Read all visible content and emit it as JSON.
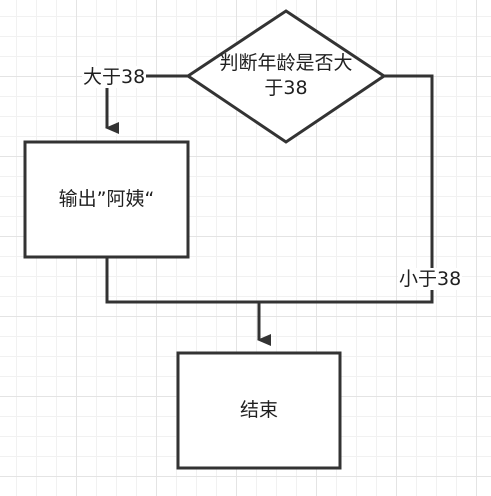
{
  "diagram": {
    "nodes": {
      "decision": {
        "label": "判断年龄是否大\n于38"
      },
      "output": {
        "label": "输出”阿姨“"
      },
      "end": {
        "label": "结束"
      }
    },
    "edges": {
      "yes_label": "大于38",
      "no_label": "小于38"
    },
    "colors": {
      "stroke": "#333333",
      "grid": "#e4e4e4",
      "background": "#ffffff"
    }
  }
}
